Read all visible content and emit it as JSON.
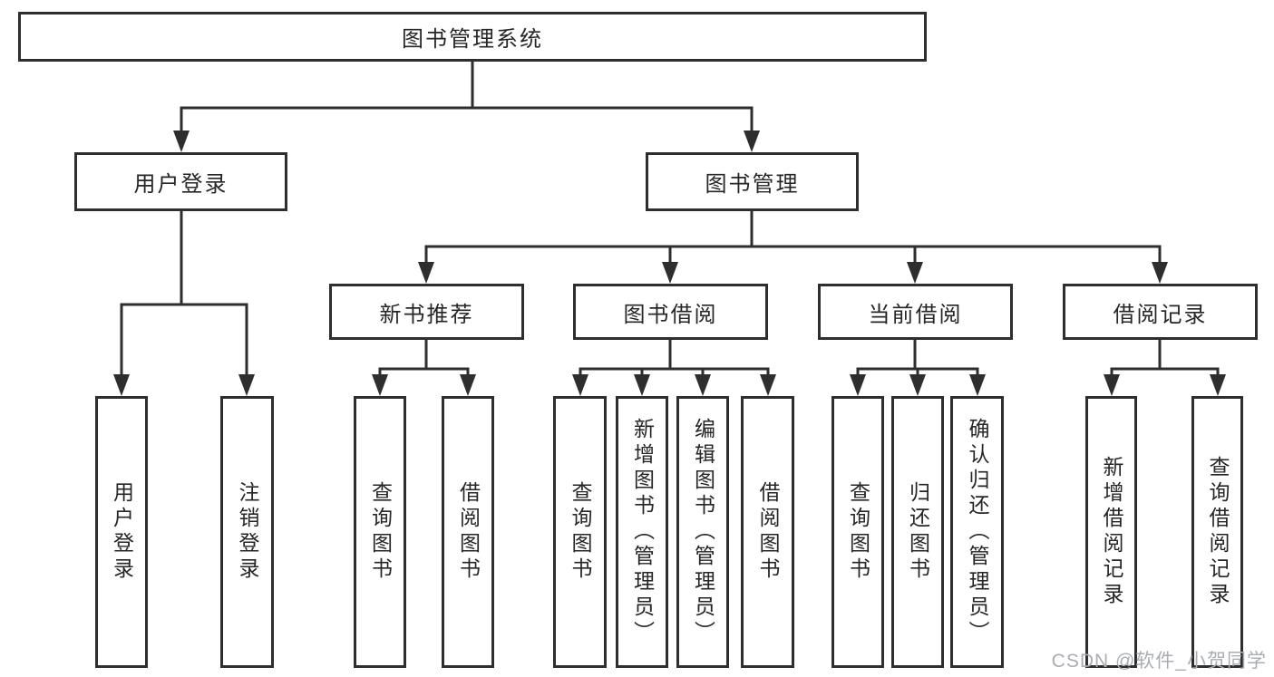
{
  "tree": {
    "root": {
      "label": "图书管理系统"
    },
    "branches": [
      {
        "label": "用户登录",
        "children": [
          {
            "label": "用户登录"
          },
          {
            "label": "注销登录"
          }
        ]
      },
      {
        "label": "图书管理",
        "children": [
          {
            "label": "新书推荐",
            "children": [
              {
                "label": "查询图书"
              },
              {
                "label": "借阅图书"
              }
            ]
          },
          {
            "label": "图书借阅",
            "children": [
              {
                "label": "查询图书"
              },
              {
                "label": "新增图书（管理员）"
              },
              {
                "label": "编辑图书（管理员）"
              },
              {
                "label": "借阅图书"
              }
            ]
          },
          {
            "label": "当前借阅",
            "children": [
              {
                "label": "查询图书"
              },
              {
                "label": "归还图书"
              },
              {
                "label": "确认归还（管理员）"
              }
            ]
          },
          {
            "label": "借阅记录",
            "children": [
              {
                "label": "新增借阅记录"
              },
              {
                "label": "查询借阅记录"
              }
            ]
          }
        ]
      }
    ]
  },
  "watermark": {
    "text": "CSDN @软件_小贺同学"
  },
  "colors": {
    "line": "#2e2e2e",
    "box_border": "#2e2e2e",
    "text": "#262626",
    "watermark": "#aaadb2",
    "background": "#ffffff"
  }
}
